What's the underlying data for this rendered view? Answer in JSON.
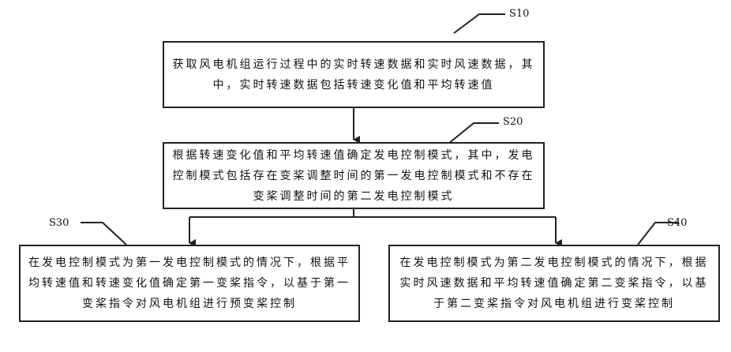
{
  "steps": [
    {
      "id": "S10",
      "text": "获取风电机组运行过程中的实时转速数据和实时风速数据，其中，实时转速数据包括转速变化值和平均转速值"
    },
    {
      "id": "S20",
      "text": "根据转速变化值和平均转速值确定发电控制模式，其中，发电控制模式包括存在变桨调整时间的第一发电控制模式和不存在变桨调整时间的第二发电控制模式"
    },
    {
      "id": "S30",
      "text": "在发电控制模式为第一发电控制模式的情况下，根据平均转速值和转速变化值确定第一变桨指令，以基于第一变桨指令对风电机组进行预变桨控制"
    },
    {
      "id": "S40",
      "text": "在发电控制模式为第二发电控制模式的情况下，根据实时风速数据和平均转速值确定第二变桨指令，以基于第二变桨指令对风电机组进行变桨控制"
    }
  ]
}
